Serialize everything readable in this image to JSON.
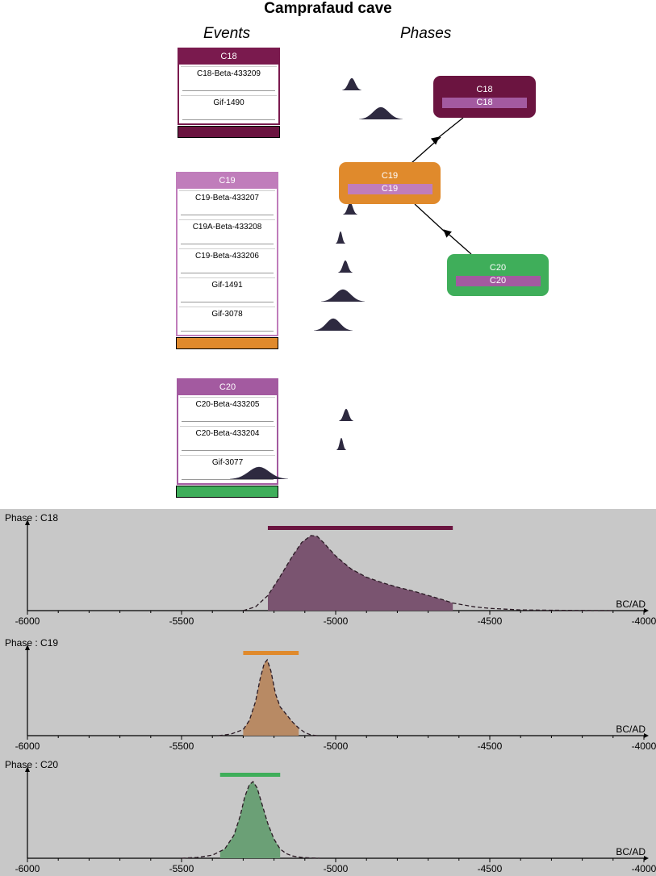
{
  "title": "Camprafaud cave",
  "events_heading": "Events",
  "phases_heading": "Phases",
  "colors": {
    "C18": "#6b1440",
    "C19": "#e08a2c",
    "C20": "#3fae5a",
    "event_header_C18": "#7a1a4e",
    "event_header_C19": "#c07dbb",
    "event_header_C20": "#a35aa0",
    "phase_sub": "#a35aa0",
    "curve_C18": "#7a5470",
    "curve_C19": "#b88a64",
    "curve_C20": "#6ba076",
    "distribution_fill": "#2e2a40",
    "chart_bg": "#c8c8c8"
  },
  "event_groups": [
    {
      "name": "C18",
      "events": [
        {
          "label": "C18-Beta-433209"
        },
        {
          "label": "Gif-1490"
        }
      ]
    },
    {
      "name": "C19",
      "events": [
        {
          "label": "C19-Beta-433207"
        },
        {
          "label": "C19A-Beta-433208"
        },
        {
          "label": "C19-Beta-433206"
        },
        {
          "label": "Gif-1491"
        },
        {
          "label": "Gif-3078"
        }
      ]
    },
    {
      "name": "C20",
      "events": [
        {
          "label": "C20-Beta-433205"
        },
        {
          "label": "C20-Beta-433204"
        },
        {
          "label": "Gif-3077"
        }
      ]
    }
  ],
  "phase_nodes": [
    {
      "name": "C18",
      "sub": "C18"
    },
    {
      "name": "C19",
      "sub": "C19"
    },
    {
      "name": "C20",
      "sub": "C20"
    }
  ],
  "chart_data": [
    {
      "type": "area",
      "title": "Phase : C18",
      "xlabel": "BC/AD",
      "xlim": [
        -6000,
        -4000
      ],
      "xticks": [
        -6000,
        -5500,
        -5000,
        -4500,
        -4000
      ],
      "interval": [
        -5220,
        -4620
      ],
      "x": [
        -5300,
        -5260,
        -5220,
        -5180,
        -5140,
        -5110,
        -5080,
        -5060,
        -5040,
        -5000,
        -4950,
        -4900,
        -4850,
        -4800,
        -4750,
        -4700,
        -4650,
        -4620,
        -4550,
        -4500,
        -4400,
        -4300,
        -4200,
        -4100
      ],
      "y": [
        0,
        0.05,
        0.2,
        0.45,
        0.72,
        0.9,
        0.99,
        0.98,
        0.9,
        0.72,
        0.55,
        0.44,
        0.37,
        0.31,
        0.26,
        0.2,
        0.14,
        0.1,
        0.05,
        0.03,
        0.01,
        0.005,
        0.002,
        0
      ]
    },
    {
      "type": "area",
      "title": "Phase : C19",
      "xlabel": "BC/AD",
      "xlim": [
        -6000,
        -4000
      ],
      "xticks": [
        -6000,
        -5500,
        -5000,
        -4500,
        -4000
      ],
      "interval": [
        -5300,
        -5120
      ],
      "x": [
        -5380,
        -5340,
        -5300,
        -5280,
        -5260,
        -5245,
        -5232,
        -5222,
        -5210,
        -5195,
        -5180,
        -5160,
        -5140,
        -5120,
        -5100,
        -5080,
        -5060
      ],
      "y": [
        0,
        0.02,
        0.08,
        0.2,
        0.45,
        0.75,
        0.95,
        1.0,
        0.85,
        0.55,
        0.38,
        0.28,
        0.18,
        0.1,
        0.04,
        0.01,
        0
      ]
    },
    {
      "type": "area",
      "title": "Phase : C20",
      "xlabel": "BC/AD",
      "xlim": [
        -6000,
        -4000
      ],
      "xticks": [
        -6000,
        -5500,
        -5000,
        -4500,
        -4000
      ],
      "interval": [
        -5375,
        -5180
      ],
      "x": [
        -5500,
        -5450,
        -5400,
        -5360,
        -5330,
        -5310,
        -5295,
        -5280,
        -5268,
        -5255,
        -5240,
        -5220,
        -5200,
        -5180,
        -5160,
        -5140,
        -5110,
        -5080,
        -5050
      ],
      "y": [
        0,
        0.01,
        0.04,
        0.12,
        0.3,
        0.55,
        0.8,
        0.96,
        1.0,
        0.92,
        0.72,
        0.45,
        0.25,
        0.12,
        0.06,
        0.03,
        0.01,
        0.004,
        0
      ]
    }
  ]
}
